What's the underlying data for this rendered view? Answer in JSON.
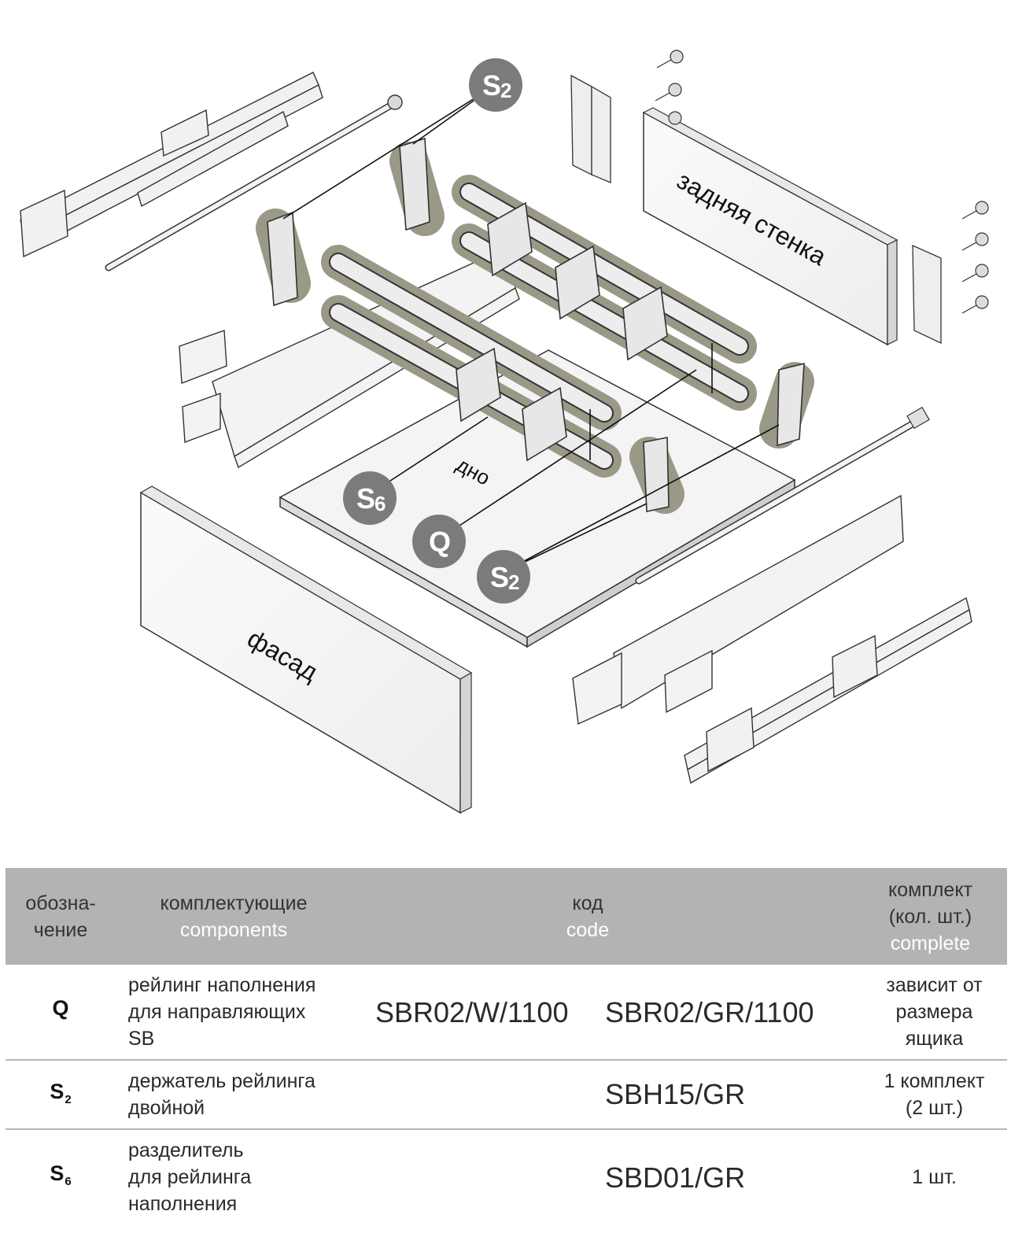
{
  "diagram": {
    "labels": {
      "rear_wall": "задняя стенка",
      "bottom": "дно",
      "front": "фасад"
    },
    "badges": [
      {
        "symbol": "S",
        "sub": "2"
      },
      {
        "symbol": "S",
        "sub": "6"
      },
      {
        "symbol": "Q",
        "sub": ""
      },
      {
        "symbol": "S",
        "sub": "2"
      }
    ]
  },
  "table": {
    "header": {
      "designation_ru_line1": "обозна-",
      "designation_ru_line2": "чение",
      "components_ru": "комплектующие",
      "components_en": "components",
      "code_ru": "код",
      "code_en": "code",
      "complete_ru_line1": "комплект",
      "complete_ru_line2": "(кол. шт.)",
      "complete_en": "complete"
    },
    "rows": [
      {
        "symbol": "Q",
        "sub": "",
        "component": [
          "рейлинг наполнения",
          "для направляющих",
          "SB"
        ],
        "code1": "SBR02/W/1100",
        "code2": "SBR02/GR/1100",
        "qty": [
          "зависит от",
          "размера",
          "ящика"
        ]
      },
      {
        "symbol": "S",
        "sub": "2",
        "component": [
          "держатель рейлинга",
          "двойной"
        ],
        "code1": "",
        "code2": "SBH15/GR",
        "qty": [
          "1 комплект",
          "(2 шт.)"
        ]
      },
      {
        "symbol": "S",
        "sub": "6",
        "component": [
          "разделитель",
          "для рейлинга",
          "наполнения"
        ],
        "code1": "",
        "code2": "SBD01/GR",
        "qty": [
          "1 шт."
        ]
      }
    ]
  }
}
